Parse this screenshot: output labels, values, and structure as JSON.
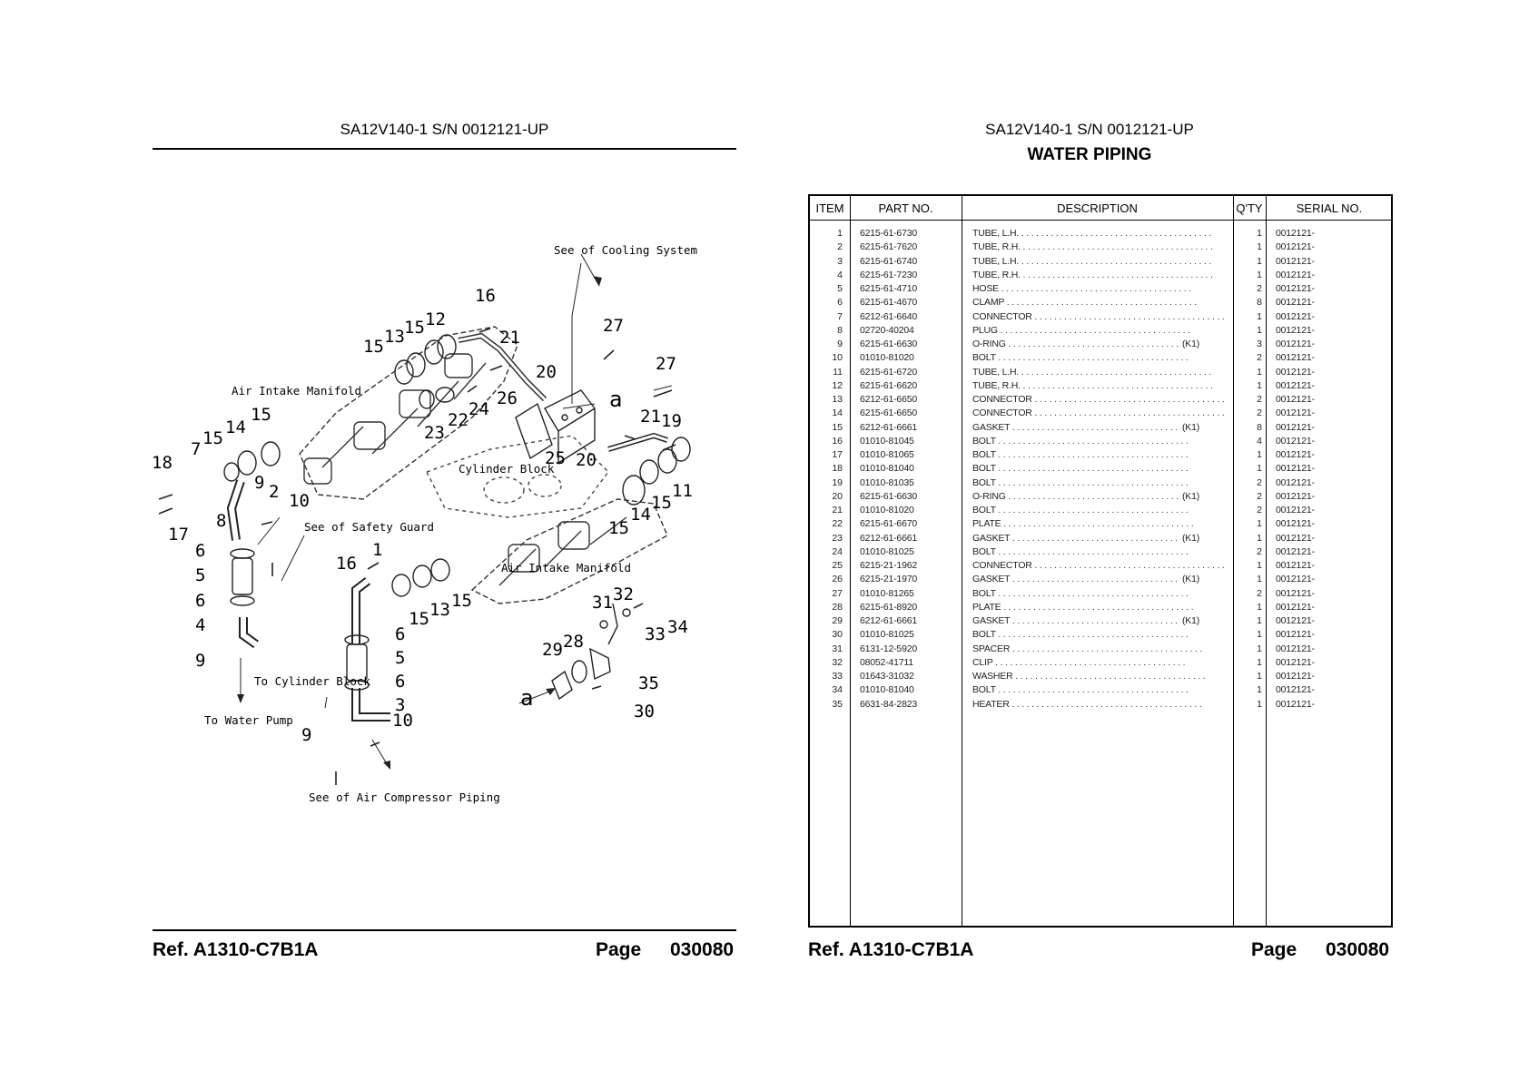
{
  "header": {
    "model_left": "SA12V140-1 S/N 0012121-UP",
    "model_right": "SA12V140-1 S/N 0012121-UP",
    "title": "WATER PIPING"
  },
  "footer": {
    "ref": "Ref.  A1310-C7B1A",
    "page_label": "Page",
    "page_number": "030080"
  },
  "diagram": {
    "notes": {
      "cooling": "See of Cooling System",
      "air_intake_upper": "Air Intake Manifold",
      "cylinder_block": "Cylinder Block",
      "safety_guard": "See of Safety Guard",
      "air_intake_lower": "Air Intake Manifold",
      "to_cylinder_block": "To Cylinder Block",
      "to_water_pump": "To Water Pump",
      "air_compressor": "See of Air Compressor Piping"
    },
    "callouts": [
      "16",
      "27",
      "15",
      "13",
      "15",
      "12",
      "21",
      "27",
      "20",
      "a",
      "26",
      "24",
      "22",
      "23",
      "25",
      "20",
      "21",
      "19",
      "7",
      "15",
      "14",
      "15",
      "18",
      "9",
      "2",
      "10",
      "8",
      "17",
      "6",
      "5",
      "6",
      "4",
      "9",
      "16",
      "1",
      "15",
      "13",
      "15",
      "6",
      "5",
      "6",
      "3",
      "10",
      "9",
      "14",
      "15",
      "11",
      "15",
      "31",
      "32",
      "33",
      "34",
      "29",
      "28",
      "35",
      "30",
      "a"
    ]
  },
  "table": {
    "headers": {
      "item": "ITEM",
      "part_no": "PART NO.",
      "description": "DESCRIPTION",
      "qty": "Q'TY",
      "serial": "SERIAL NO."
    },
    "rows": [
      {
        "item": "1",
        "part": "6215-61-6730",
        "desc": "TUBE, L.H.",
        "qty": "1",
        "serial": "0012121-"
      },
      {
        "item": "2",
        "part": "6215-61-7620",
        "desc": "TUBE, R.H.",
        "qty": "1",
        "serial": "0012121-"
      },
      {
        "item": "3",
        "part": "6215-61-6740",
        "desc": "TUBE, L.H.",
        "qty": "1",
        "serial": "0012121-"
      },
      {
        "item": "4",
        "part": "6215-61-7230",
        "desc": "TUBE, R.H.",
        "qty": "1",
        "serial": "0012121-"
      },
      {
        "item": "5",
        "part": "6215-61-4710",
        "desc": "HOSE",
        "qty": "2",
        "serial": "0012121-"
      },
      {
        "item": "6",
        "part": "6215-61-4670",
        "desc": "CLAMP",
        "qty": "8",
        "serial": "0012121-"
      },
      {
        "item": "7",
        "part": "6212-61-6640",
        "desc": "CONNECTOR",
        "qty": "1",
        "serial": "0012121-"
      },
      {
        "item": "8",
        "part": "02720-40204",
        "desc": "PLUG",
        "qty": "1",
        "serial": "0012121-"
      },
      {
        "item": "9",
        "part": "6215-61-6630",
        "desc": "O-RING",
        "kit": "(K1)",
        "qty": "3",
        "serial": "0012121-"
      },
      {
        "item": "10",
        "part": "01010-81020",
        "desc": "BOLT",
        "qty": "2",
        "serial": "0012121-"
      },
      {
        "item": "11",
        "part": "6215-61-6720",
        "desc": "TUBE, L.H.",
        "qty": "1",
        "serial": "0012121-"
      },
      {
        "item": "12",
        "part": "6215-61-6620",
        "desc": "TUBE, R.H.",
        "qty": "1",
        "serial": "0012121-"
      },
      {
        "item": "13",
        "part": "6212-61-6650",
        "desc": "CONNECTOR",
        "qty": "2",
        "serial": "0012121-"
      },
      {
        "item": "14",
        "part": "6215-61-6650",
        "desc": "CONNECTOR",
        "qty": "2",
        "serial": "0012121-"
      },
      {
        "item": "15",
        "part": "6212-61-6661",
        "desc": "GASKET",
        "kit": "(K1)",
        "qty": "8",
        "serial": "0012121-"
      },
      {
        "item": "16",
        "part": "01010-81045",
        "desc": "BOLT",
        "qty": "4",
        "serial": "0012121-"
      },
      {
        "item": "17",
        "part": "01010-81065",
        "desc": "BOLT",
        "qty": "1",
        "serial": "0012121-"
      },
      {
        "item": "18",
        "part": "01010-81040",
        "desc": "BOLT",
        "qty": "1",
        "serial": "0012121-"
      },
      {
        "item": "19",
        "part": "01010-81035",
        "desc": "BOLT",
        "qty": "2",
        "serial": "0012121-"
      },
      {
        "item": "20",
        "part": "6215-61-6630",
        "desc": "O-RING",
        "kit": "(K1)",
        "qty": "2",
        "serial": "0012121-"
      },
      {
        "item": "21",
        "part": "01010-81020",
        "desc": "BOLT",
        "qty": "2",
        "serial": "0012121-"
      },
      {
        "item": "22",
        "part": "6215-61-6670",
        "desc": "PLATE",
        "qty": "1",
        "serial": "0012121-"
      },
      {
        "item": "23",
        "part": "6212-61-6661",
        "desc": "GASKET",
        "kit": "(K1)",
        "qty": "1",
        "serial": "0012121-"
      },
      {
        "item": "24",
        "part": "01010-81025",
        "desc": "BOLT",
        "qty": "2",
        "serial": "0012121-"
      },
      {
        "item": "25",
        "part": "6215-21-1962",
        "desc": "CONNECTOR",
        "qty": "1",
        "serial": "0012121-"
      },
      {
        "item": "26",
        "part": "6215-21-1970",
        "desc": "GASKET",
        "kit": "(K1)",
        "qty": "1",
        "serial": "0012121-"
      },
      {
        "item": "27",
        "part": "01010-81265",
        "desc": "BOLT",
        "qty": "2",
        "serial": "0012121-"
      },
      {
        "item": "28",
        "part": "6215-61-8920",
        "desc": "PLATE",
        "qty": "1",
        "serial": "0012121-"
      },
      {
        "item": "29",
        "part": "6212-61-6661",
        "desc": "GASKET",
        "kit": "(K1)",
        "qty": "1",
        "serial": "0012121-"
      },
      {
        "item": "30",
        "part": "01010-81025",
        "desc": "BOLT",
        "qty": "1",
        "serial": "0012121-"
      },
      {
        "item": "31",
        "part": "6131-12-5920",
        "desc": "SPACER",
        "qty": "1",
        "serial": "0012121-"
      },
      {
        "item": "32",
        "part": "08052-41711",
        "desc": "CLIP",
        "qty": "1",
        "serial": "0012121-"
      },
      {
        "item": "33",
        "part": "01643-31032",
        "desc": "WASHER",
        "qty": "1",
        "serial": "0012121-"
      },
      {
        "item": "34",
        "part": "01010-81040",
        "desc": "BOLT",
        "qty": "1",
        "serial": "0012121-"
      },
      {
        "item": "35",
        "part": "6631-84-2823",
        "desc": "HEATER",
        "qty": "1",
        "serial": "0012121-"
      }
    ]
  }
}
